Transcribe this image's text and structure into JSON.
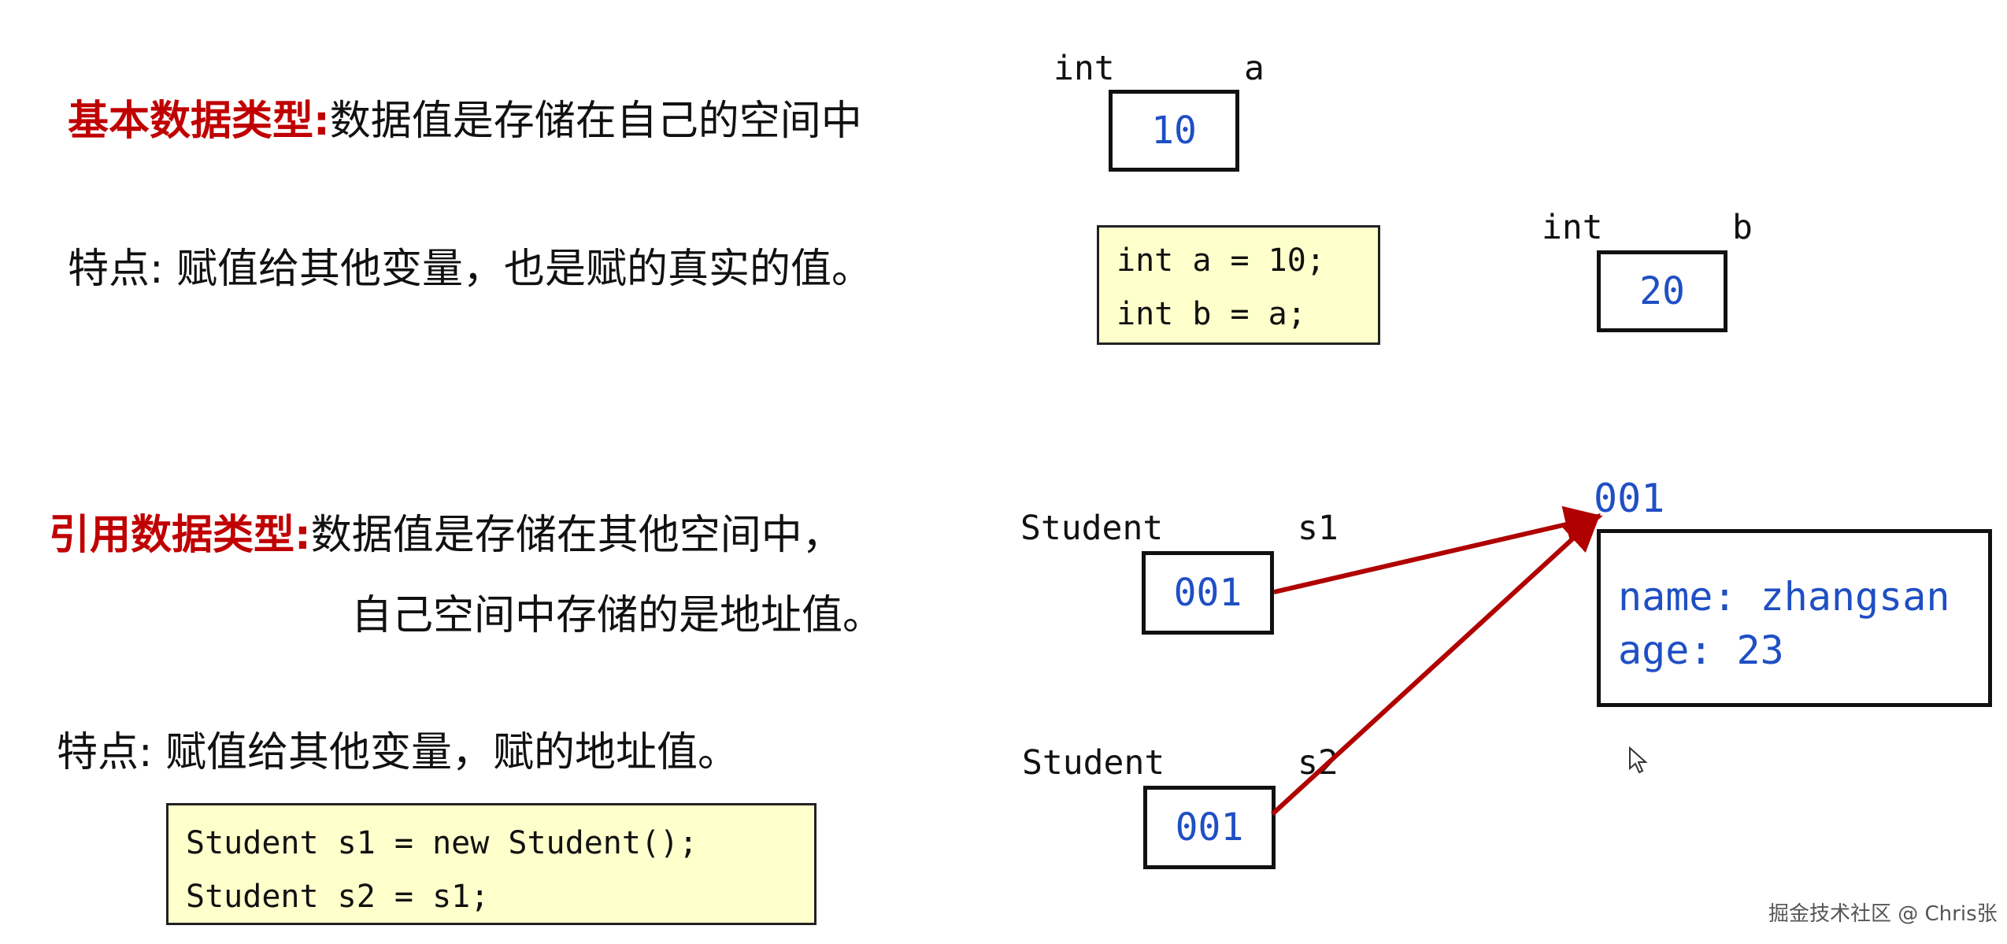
{
  "primitive": {
    "title": "基本数据类型:",
    "description": "数据值是存储在自己的空间中",
    "feature": "特点: 赋值给其他变量，也是赋的真实的值。",
    "var_a": {
      "type": "int",
      "name": "a",
      "value": "10"
    },
    "var_b": {
      "type": "int",
      "name": "b",
      "value": "20"
    },
    "code": [
      "int a = 10;",
      "int b = a;"
    ]
  },
  "reference": {
    "title": "引用数据类型:",
    "description_line1": "数据值是存储在其他空间中，",
    "description_line2": "自己空间中存储的是地址值。",
    "feature": "特点: 赋值给其他变量，赋的地址值。",
    "var_s1": {
      "type": "Student",
      "name": "s1",
      "value": "001"
    },
    "var_s2": {
      "type": "Student",
      "name": "s2",
      "value": "001"
    },
    "object": {
      "address": "001",
      "fields": [
        "name: zhangsan",
        "age: 23"
      ]
    },
    "code": [
      "Student s1 = new Student();",
      "Student s2 = s1;"
    ]
  },
  "watermark": "掘金技术社区 @ Chris张",
  "colors": {
    "label_red": "#c00000",
    "value_blue": "#1f4fc4",
    "code_bg": "#ffffcc",
    "arrow_red": "#b00000"
  }
}
